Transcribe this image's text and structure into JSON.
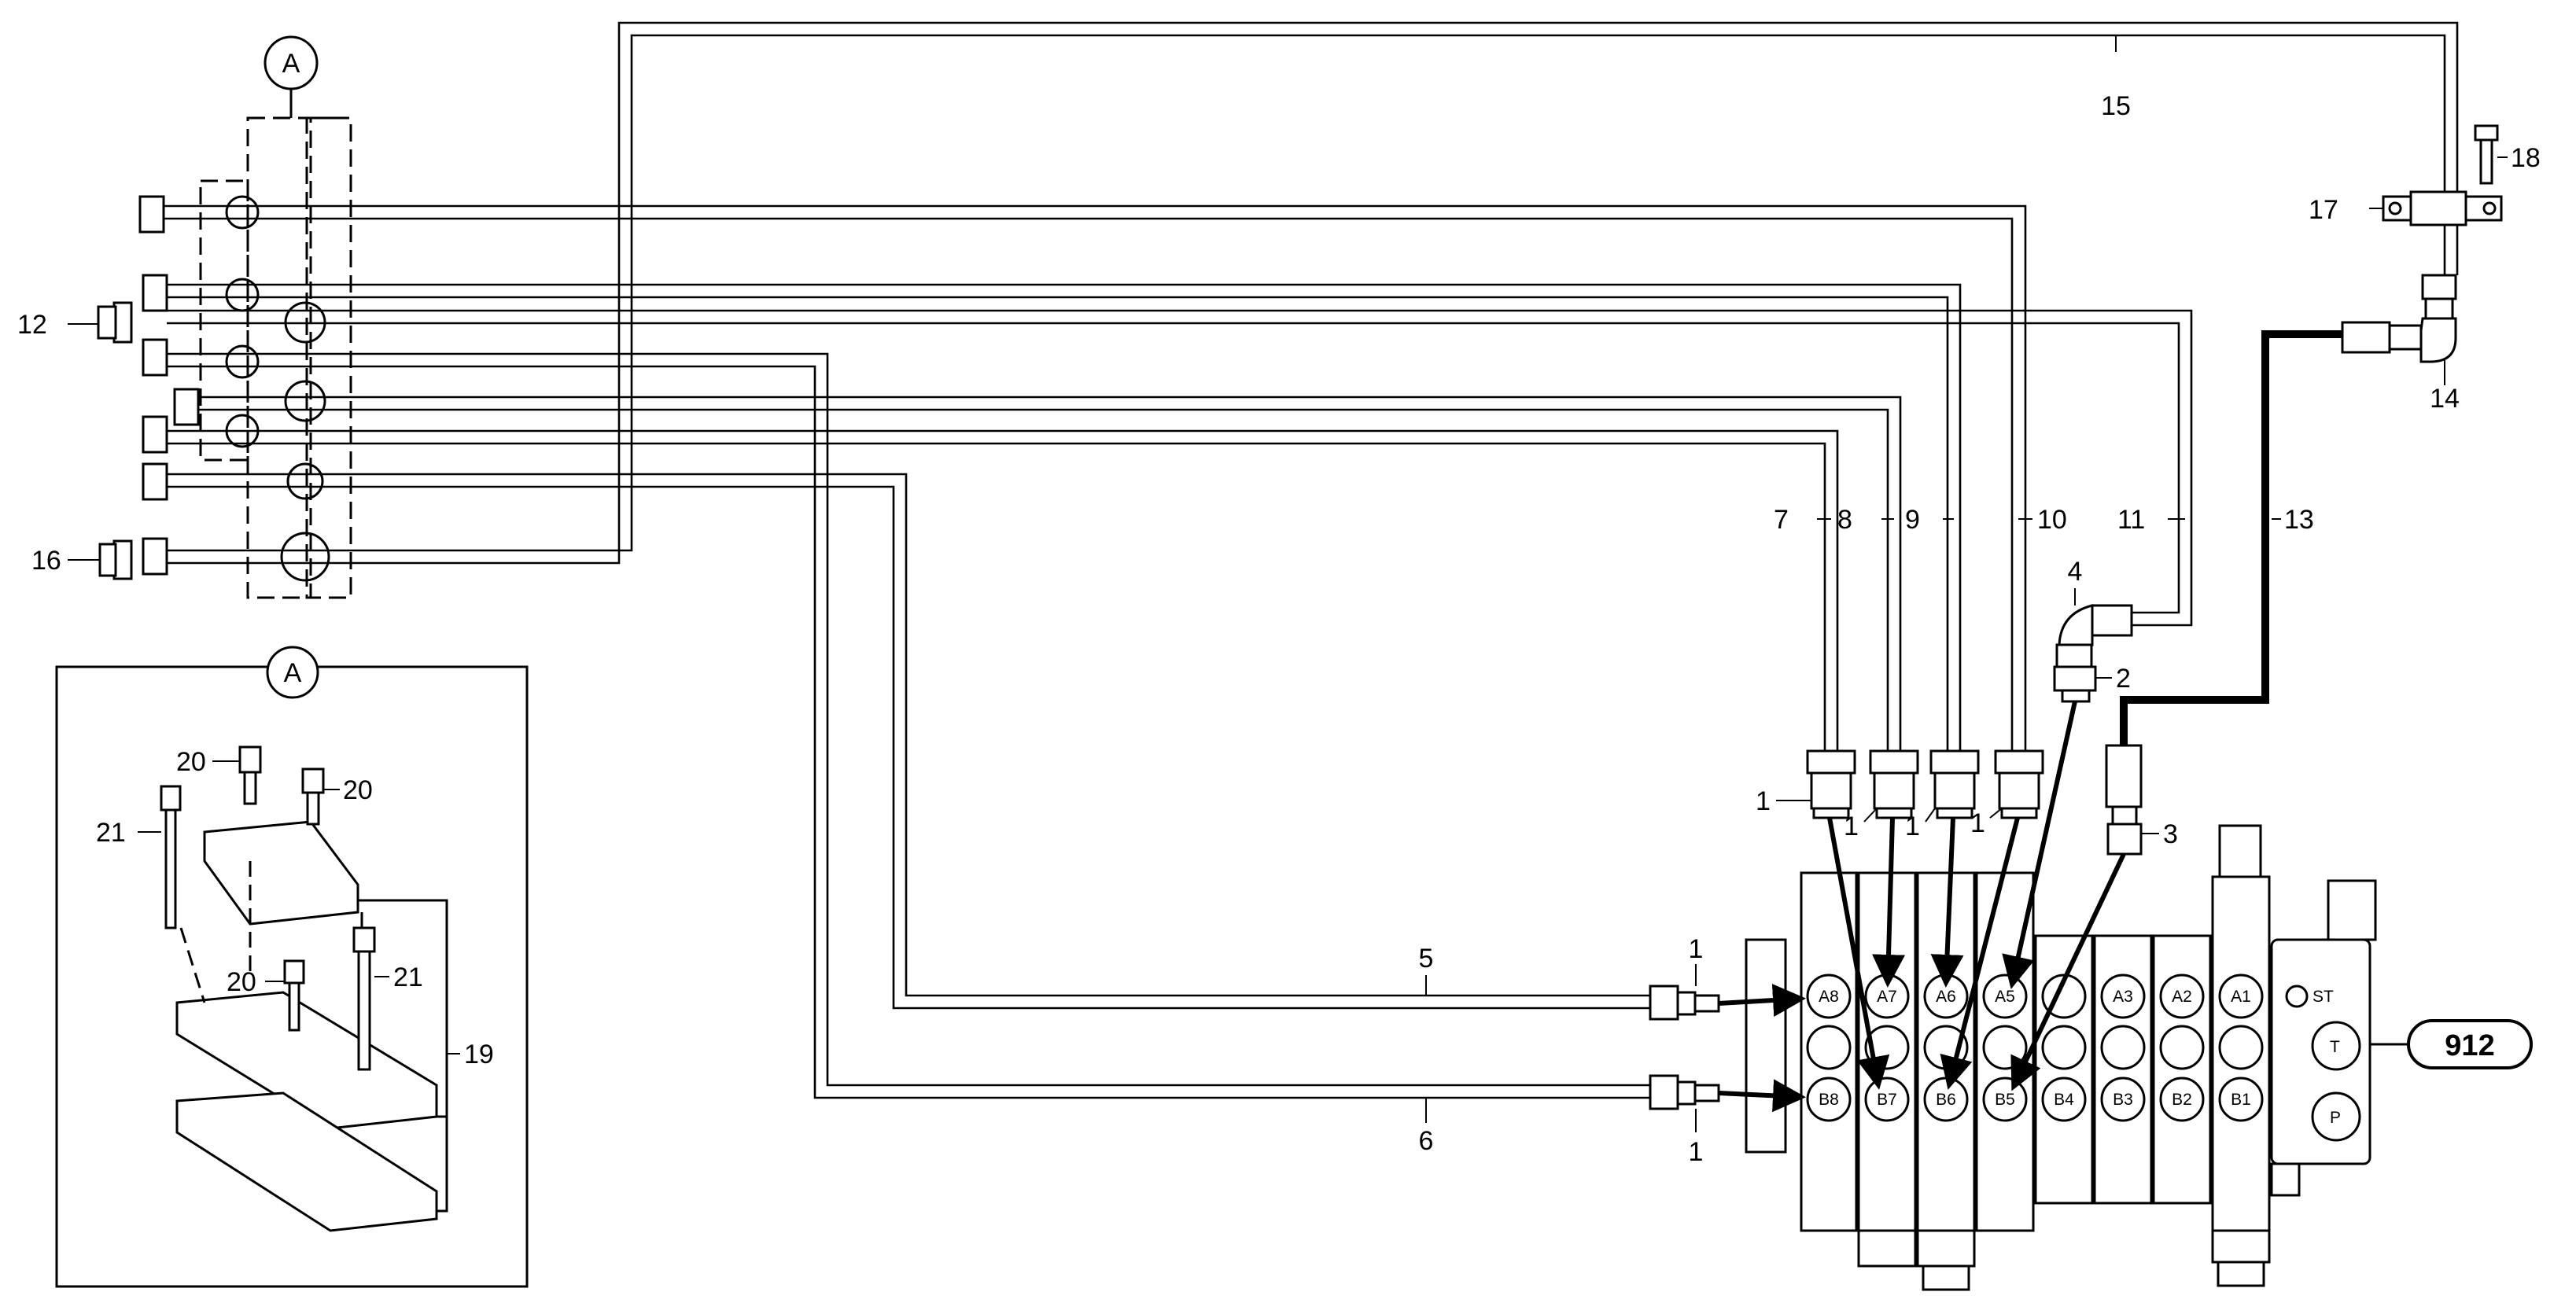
{
  "detail_label": "A",
  "callouts": {
    "c1": "1",
    "c2": "2",
    "c3": "3",
    "c4": "4",
    "c5": "5",
    "c6": "6",
    "c7": "7",
    "c8": "8",
    "c9": "9",
    "c10": "10",
    "c11": "11",
    "c12": "12",
    "c13": "13",
    "c14": "14",
    "c15": "15",
    "c16": "16",
    "c17": "17",
    "c18": "18",
    "c19": "19",
    "c20": "20",
    "c21": "21"
  },
  "valve_ports": {
    "a_row": [
      "A8",
      "A7",
      "A6",
      "A5",
      "",
      "A3",
      "A2",
      "A1"
    ],
    "b_row": [
      "B8",
      "B7",
      "B6",
      "B5",
      "B4",
      "B3",
      "B2",
      "B1"
    ],
    "st": "ST",
    "t": "T",
    "p": "P"
  },
  "reference": "912"
}
